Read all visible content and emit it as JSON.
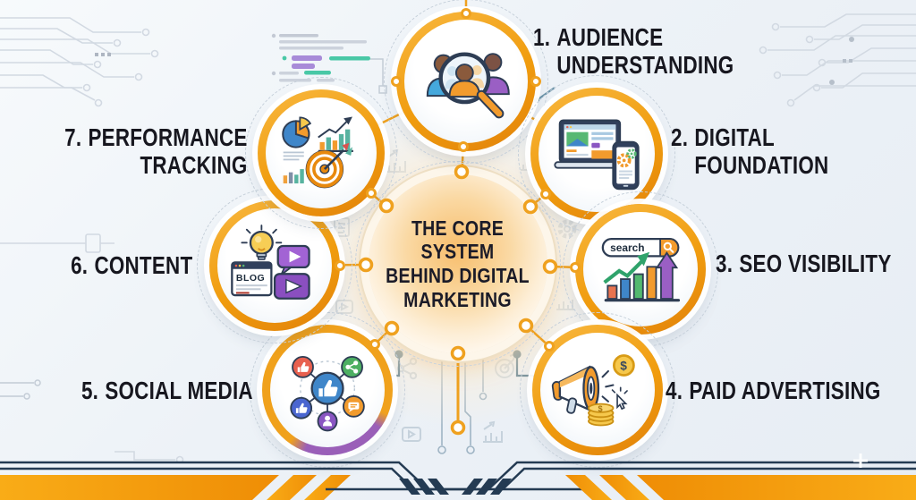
{
  "title": "The Core System Behind Digital Marketing infographic",
  "center": {
    "lines": [
      "THE CORE",
      "SYSTEM",
      "BEHIND DIGITAL",
      "MARKETING"
    ]
  },
  "items": [
    {
      "number": "1.",
      "label": "AUDIENCE UNDERSTANDING",
      "line1": "AUDIENCE",
      "line2": "UNDERSTANDING",
      "icon": "audience-search-icon"
    },
    {
      "number": "2.",
      "label": "DIGITAL FOUNDATION",
      "line1": "DIGITAL",
      "line2": "FOUNDATION",
      "icon": "laptop-phone-icon"
    },
    {
      "number": "3.",
      "label": "SEO VISIBILITY",
      "line1": "SEO VISIBILITY",
      "line2": "",
      "icon": "search-growth-icon"
    },
    {
      "number": "4.",
      "label": "PAID ADVERTISING",
      "line1": "PAID ADVERTISING",
      "line2": "",
      "icon": "megaphone-coins-icon"
    },
    {
      "number": "5.",
      "label": "SOCIAL MEDIA",
      "line1": "SOCIAL MEDIA",
      "line2": "",
      "icon": "social-network-icon"
    },
    {
      "number": "6.",
      "label": "CONTENT",
      "line1": "CONTENT",
      "line2": "",
      "icon": "content-blog-icon"
    },
    {
      "number": "7.",
      "label": "PERFORMANCE TRACKING",
      "line1": "PERFORMANCE",
      "line2": "TRACKING",
      "icon": "charts-target-icon"
    }
  ],
  "icon_texts": {
    "search": "search",
    "blog": "BLOG",
    "dollar": "$"
  },
  "colors": {
    "accent_orange": "#F09C0E",
    "accent_orange_light": "#F8B840",
    "navy": "#243B53",
    "text_dark": "#17171F",
    "purple": "#8A56C2",
    "blue": "#3F86C9",
    "green": "#4DAF62",
    "teal": "#58B3A0",
    "red": "#E8604F",
    "coin_yellow": "#F6C84C",
    "circuit_gray": "#CFD7E0"
  }
}
